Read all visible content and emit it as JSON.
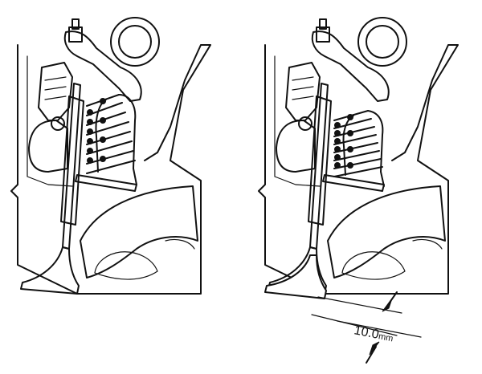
{
  "diagram": {
    "panels": [
      {
        "id": "left",
        "state": "valve-closed"
      },
      {
        "id": "right",
        "state": "valve-open"
      }
    ],
    "measurement": {
      "value": "10.0",
      "unit": "mm"
    },
    "colors": {
      "ink": "#111111",
      "paper": "#ffffff"
    }
  }
}
